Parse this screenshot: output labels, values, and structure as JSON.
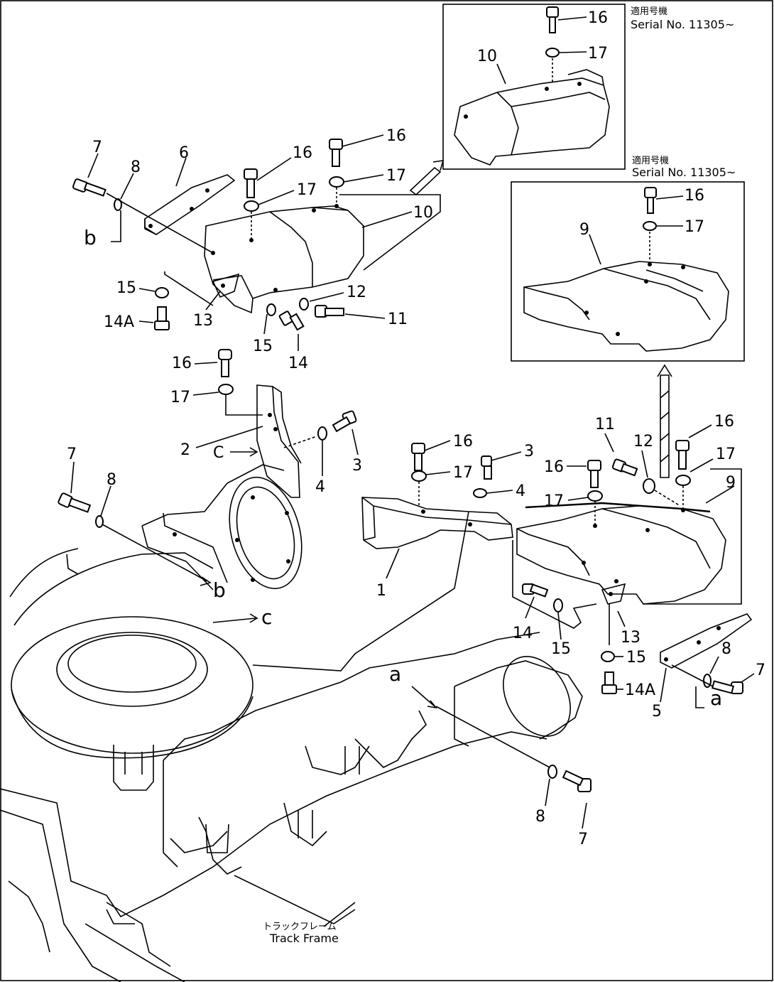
{
  "inset1": {
    "jp_header": "適用号機",
    "serial": "Serial No. 11305~",
    "labels": {
      "bolt": "16",
      "washer": "17",
      "cover": "10"
    }
  },
  "inset2": {
    "jp_header": "適用号機",
    "serial": "Serial No. 11305~",
    "labels": {
      "bolt": "16",
      "washer": "17",
      "cover": "9"
    }
  },
  "left_group": {
    "labels": {
      "bolt_7": "7",
      "washer_8": "8",
      "bracket_6": "6",
      "bolt_16a": "16",
      "washer_17a": "17",
      "bolt_16b": "16",
      "washer_17b": "17",
      "cover_10": "10",
      "ref_b": "b",
      "washer_15a": "15",
      "bolt_14a": "14A",
      "plate_13": "13",
      "washer_15b": "15",
      "bolt_14": "14",
      "washer_12": "12",
      "bolt_11": "11"
    }
  },
  "mid_group": {
    "labels": {
      "bolt_16": "16",
      "washer_17": "17",
      "guard_2": "2",
      "ref_c": "C",
      "washer_4": "4",
      "bolt_3": "3",
      "bolt_7": "7",
      "washer_8": "8",
      "ref_b2": "b",
      "ref_c2": "c"
    }
  },
  "right_group": {
    "labels": {
      "bolt_16a": "16",
      "washer_17a": "17",
      "bolt_3": "3",
      "washer_4": "4",
      "bolt_16b": "16",
      "washer_17b": "17",
      "bolt_11": "11",
      "washer_12": "12",
      "bolt_16c": "16",
      "washer_17c": "17",
      "cover_9": "9",
      "guard_1": "1",
      "bolt_14": "14",
      "washer_15": "15",
      "plate_13": "13",
      "washer_15b": "15",
      "bolt_14a": "14A",
      "bracket_5": "5",
      "washer_8": "8",
      "bolt_7": "7",
      "ref_a": "a",
      "ref_a2": "a",
      "washer_8b": "8",
      "bolt_7b": "7"
    }
  },
  "frame": {
    "jp_label": "トラックフレーム",
    "en_label": "Track Frame"
  }
}
